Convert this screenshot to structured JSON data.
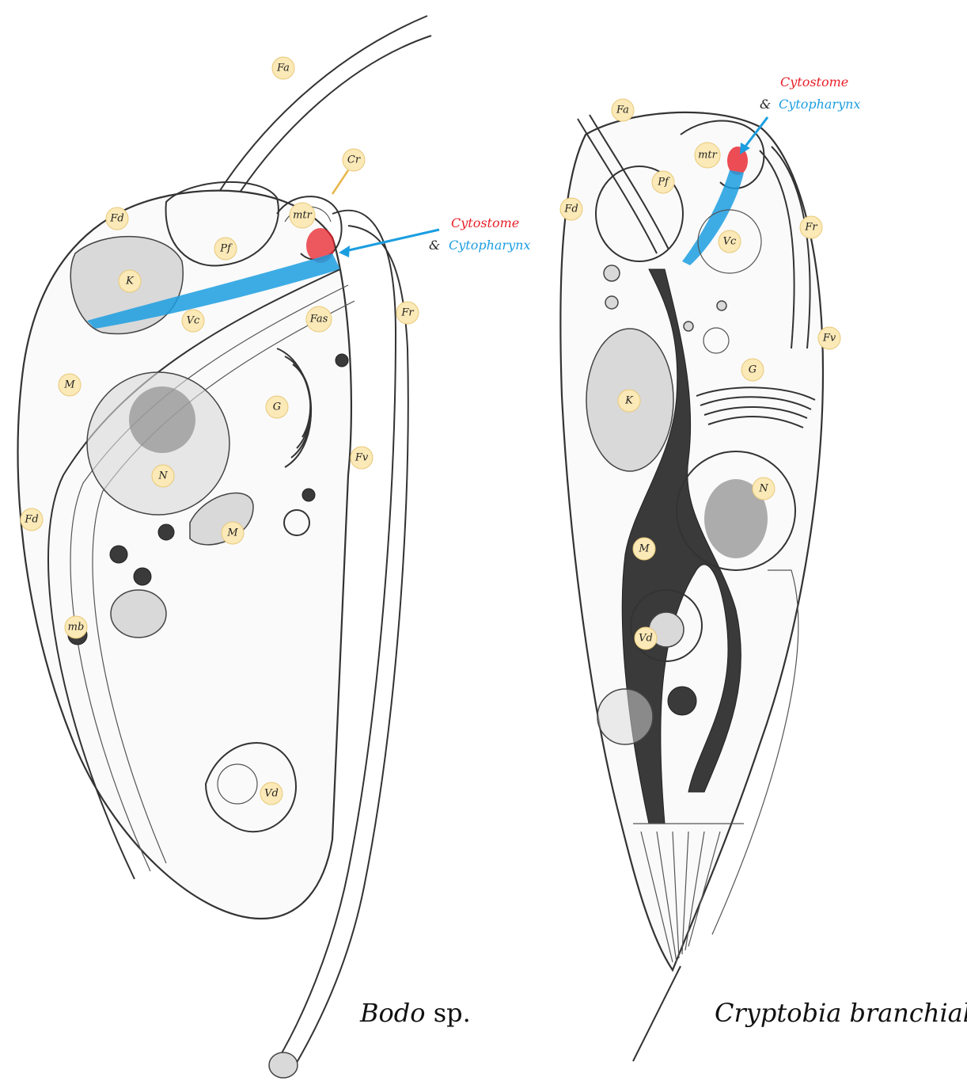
{
  "left_organism": {
    "caption_italic": "Bodo",
    "caption_upright": "sp.",
    "labels": {
      "fa": "Fa",
      "cr": "Cr",
      "fd_top": "Fd",
      "mtr": "mtr",
      "pf": "Pf",
      "k": "K",
      "vc": "Vc",
      "fas": "Fas",
      "fr": "Fr",
      "m_left": "M",
      "g": "G",
      "fv": "Fv",
      "n": "N",
      "fd_bottom": "Fd",
      "m_mid": "M",
      "mb": "mb",
      "vd": "Vd"
    },
    "annotation": {
      "line1": "Cytostome",
      "amp": "&",
      "line2": "Cytopharynx"
    }
  },
  "right_organism": {
    "caption": "Cryptobia branchialis",
    "labels": {
      "fa": "Fa",
      "mtr": "mtr",
      "pf": "Pf",
      "fd": "Fd",
      "vc": "Vc",
      "fr": "Fr",
      "fv": "Fv",
      "g": "G",
      "k": "K",
      "n": "N",
      "m": "M",
      "vd": "Vd"
    },
    "annotation": {
      "line1": "Cytostome",
      "amp": "&",
      "line2": "Cytopharynx"
    }
  },
  "colors": {
    "cytostome": "#e8202a",
    "cytopharynx": "#1b9ee0",
    "label_badge": "#fbe9b7"
  }
}
